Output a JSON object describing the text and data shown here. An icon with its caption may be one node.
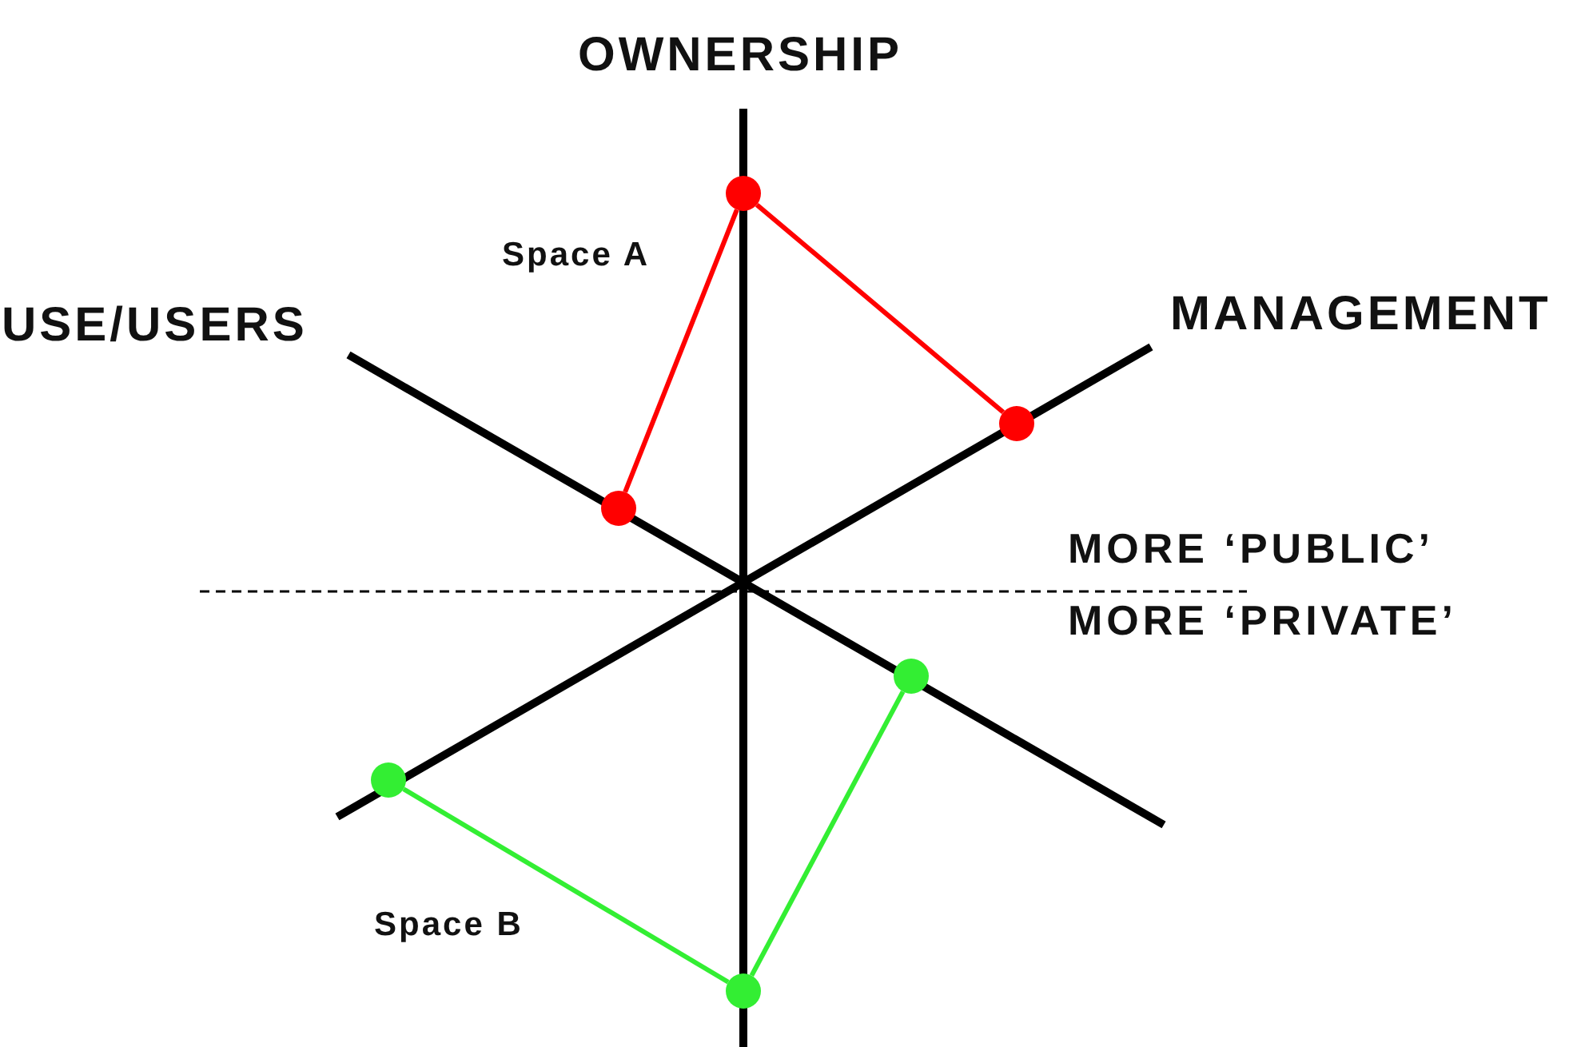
{
  "diagram": {
    "nodes": [
      {
        "text": [],
        "shape": "circle"
      },
      {
        "text": [],
        "shape": "circle"
      },
      {
        "text": [],
        "shape": "circle"
      },
      {
        "text": [],
        "shape": "circle"
      },
      {
        "text": [],
        "shape": "circle"
      },
      {
        "text": [],
        "shape": "circle"
      }
    ],
    "edges": [
      {
        "from": 0,
        "to": 2,
        "arrow": "none",
        "color": "#ff0000"
      },
      {
        "from": 0,
        "to": 1,
        "arrow": "none",
        "color": "#ff0000"
      },
      {
        "from": 3,
        "to": 5,
        "arrow": "none",
        "color": "#33ee33"
      },
      {
        "from": 4,
        "to": 5,
        "arrow": "none",
        "color": "#33ee33"
      }
    ],
    "labels": [
      "OWNERSHIP",
      "Space A",
      "USE/USERS",
      "MANAGEMENT",
      "MORE ‘PUBLIC’",
      "MORE ‘PRIVATE’",
      "Space B"
    ]
  }
}
